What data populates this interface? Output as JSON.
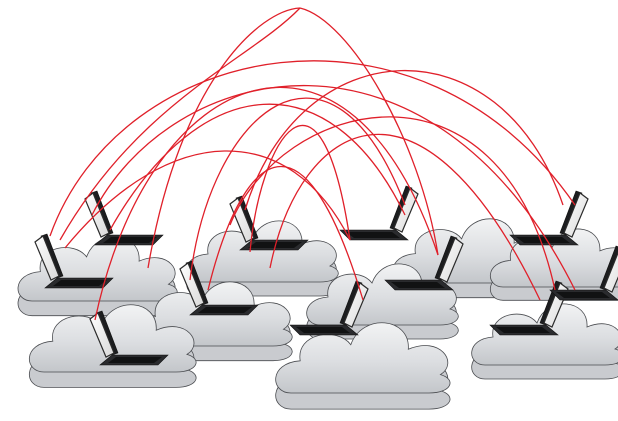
{
  "scene": {
    "description_labels": [],
    "colors": {
      "background": "#ffffff",
      "cloud_fill": "#e4e5e7",
      "cloud_shade": "#c9cbcf",
      "cloud_outline": "#4a4c50",
      "laptop_body": "#2a2b2e",
      "laptop_keys": "#111213",
      "laptop_screen": "#f4f4f4",
      "connection_line": "#e0202a"
    },
    "laptop_count": 11,
    "cloud_count": 9,
    "connection_count": 14
  }
}
